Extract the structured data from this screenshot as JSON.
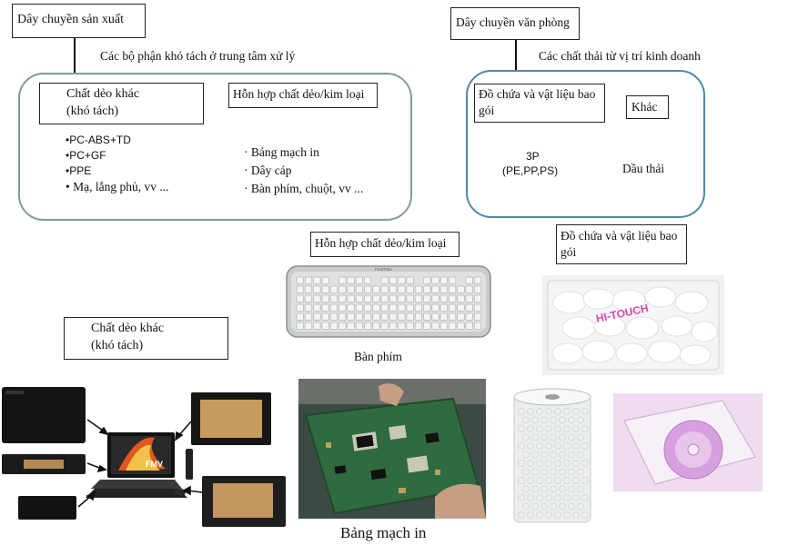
{
  "left_section": {
    "title": "Dây chuyền sản xuất",
    "subtitle": "Các bộ phận khó tách ở trung tâm xử lý",
    "plastic_box": {
      "line1": "Chất dẻo khác",
      "line2": "(khó tách)"
    },
    "plastic_items": [
      "•PC-ABS+TD",
      "•PC+GF",
      "•PPE",
      "• Mạ, lắng phủ, vv ..."
    ],
    "mix_box": "Hỗn hợp chất dẻo/kim loại",
    "mix_items": [
      "· Bảng mạch in",
      "· Dây cáp",
      "· Bàn phím, chuột, vv ..."
    ]
  },
  "right_section": {
    "title": "Dây chuyền văn phòng",
    "subtitle": "Các chất thải từ vị trí kinh doanh",
    "container_box": "Đồ chứa và vật liệu bao gói",
    "other_box": "Khác",
    "threep": {
      "line1": "3P",
      "line2": "(PE,PP,PS)"
    },
    "waste_oil": "Dầu thải"
  },
  "photos": {
    "keyboard_label_box": "Hỗn hợp chất dẻo/kim loại",
    "keyboard_caption": "Bàn phím",
    "keyboard_brand": "FUJITSU",
    "container_label_box": "Đồ chứa và vật liệu bao gói",
    "cushion_brand": "HI-TOUCH",
    "plastic_label_box": {
      "line1": "Chất dẻo khác",
      "line2": "(khó tách)"
    },
    "laptop_screen_text": "FMV",
    "circuit_caption": "Bảng mạch in"
  }
}
